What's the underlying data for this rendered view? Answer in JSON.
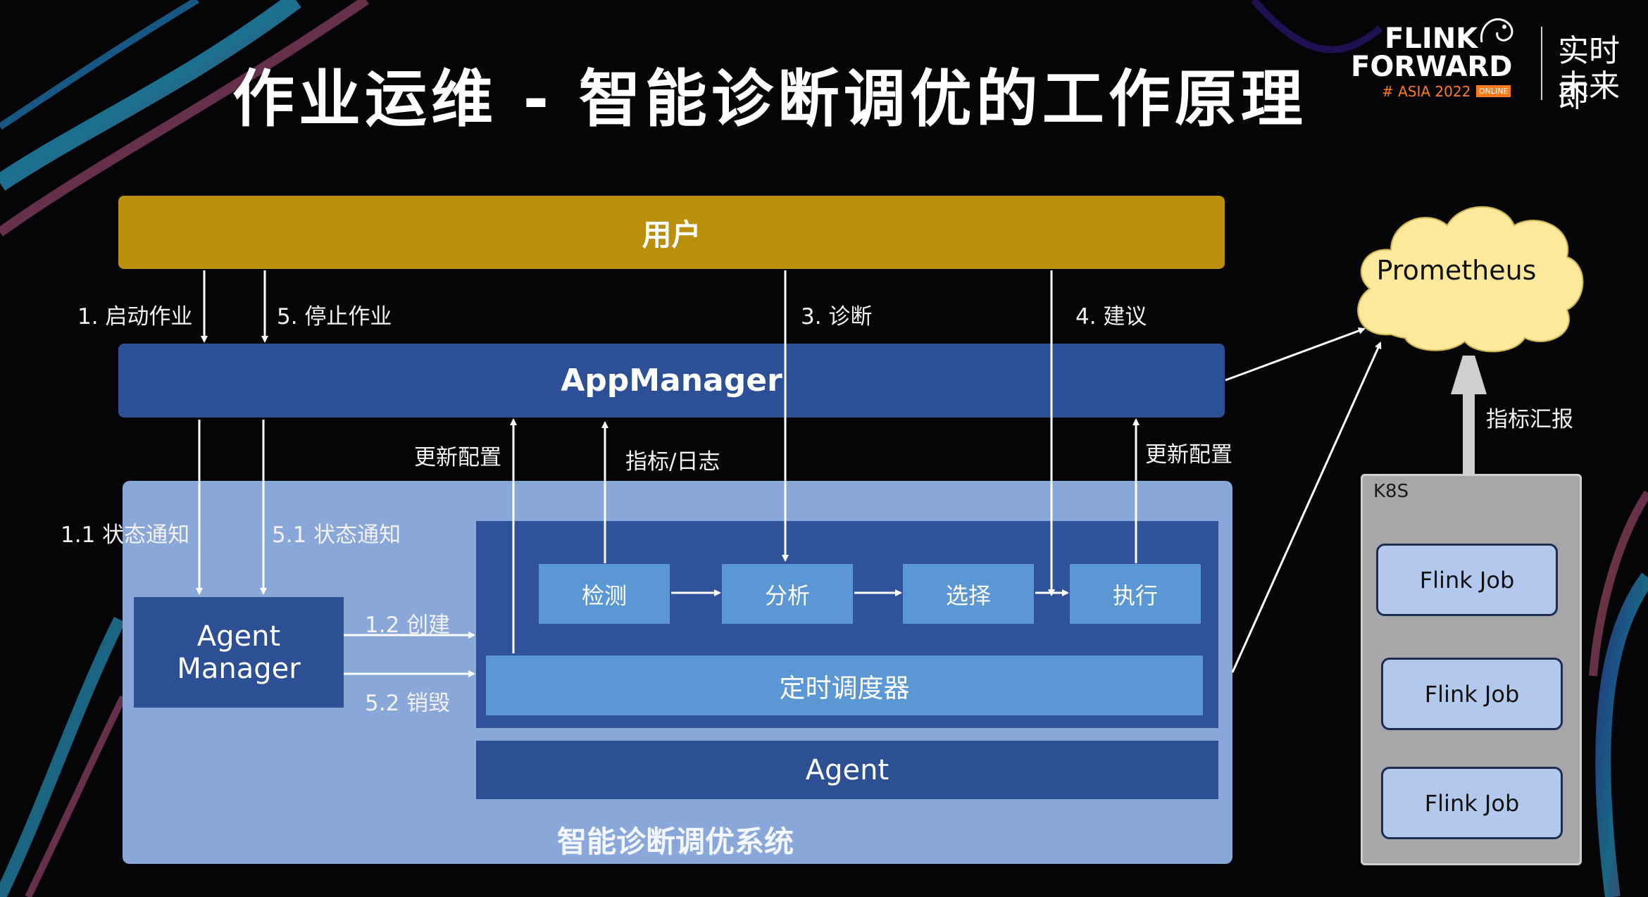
{
  "title": "作业运维 - 智能诊断调优的工作原理",
  "logo": {
    "line1": "FLINK",
    "line2": "FORWARD",
    "sub": "# ASIA 2022",
    "badge": "ONLINE",
    "slogan_1": "实时即",
    "slogan_2": "未来"
  },
  "diagram": {
    "user": "用户",
    "appmanager": "AppManager",
    "system_title": "智能诊断调优系统",
    "agent_manager": [
      "Agent",
      "Manager"
    ],
    "steps": [
      "检测",
      "分析",
      "选择",
      "执行"
    ],
    "scheduler": "定时调度器",
    "agent": "Agent",
    "prometheus": "Prometheus",
    "k8s": "K8S",
    "jobs": [
      "Flink Job",
      "Flink Job",
      "Flink Job"
    ],
    "labels": {
      "start_job": "1. 启动作业",
      "stop_job": "5. 停止作业",
      "diagnose": "3. 诊断",
      "suggest": "4. 建议",
      "notify_1": "1.1 状态通知",
      "notify_5": "5.1 状态通知",
      "update_config_left": "更新配置",
      "metrics_logs": "指标/日志",
      "update_config_right": "更新配置",
      "create": "1.2 创建",
      "destroy": "5.2 销毁",
      "metrics_report": "指标汇报"
    }
  }
}
